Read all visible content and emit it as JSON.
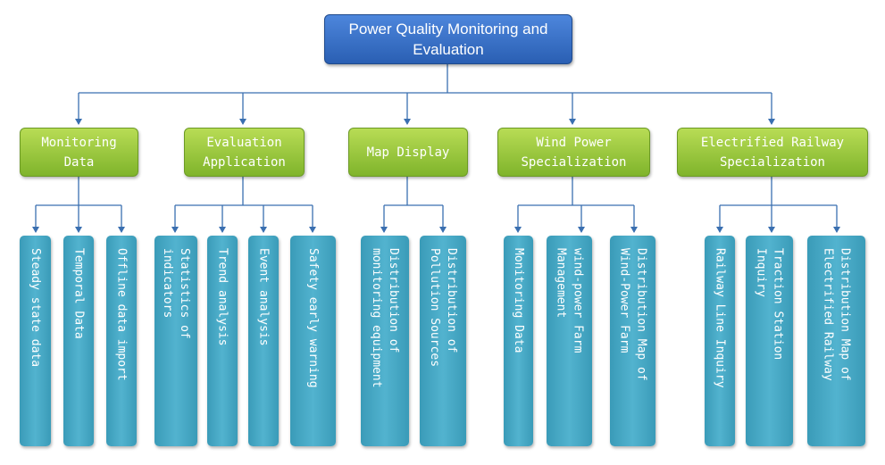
{
  "diagram": {
    "root": "Power Quality Monitoring and Evaluation",
    "categories": [
      {
        "label": "Monitoring\nData",
        "children": [
          "Steady state data",
          "Temporal Data",
          "Offline data import"
        ]
      },
      {
        "label": "Evaluation\nApplication",
        "children": [
          "Statistics of\nindicators",
          "Trend analysis",
          "Event analysis",
          "Safety early warning"
        ]
      },
      {
        "label": "Map Display",
        "children": [
          "Distribution of\nmonitoring equipment",
          "Distribution of\nPollution Sources"
        ]
      },
      {
        "label": "Wind Power\nSpecialization",
        "children": [
          "Monitoring Data",
          "wind-power Farm\nManagement",
          "Distribution Map of\nWind-Power Farm"
        ]
      },
      {
        "label": "Electrified Railway\nSpecialization",
        "children": [
          "Railway Line Inquiry",
          "Traction Station\nInquiry",
          "Distribution Map of\nElectrified Railway"
        ]
      }
    ]
  }
}
